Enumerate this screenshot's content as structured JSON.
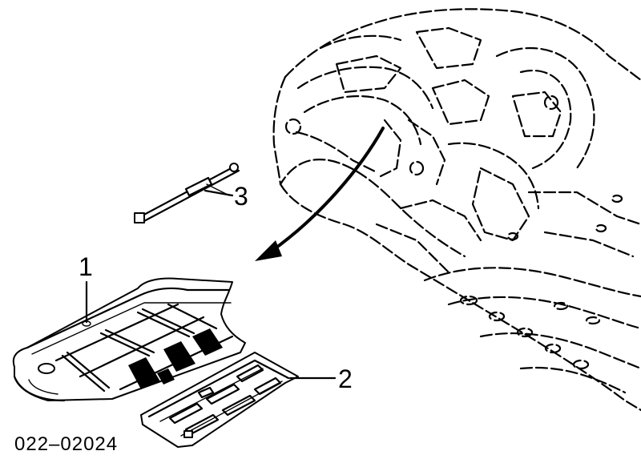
{
  "callouts": {
    "part_1": "1",
    "part_2": "2",
    "part_3": "3"
  },
  "diagram_number": "022–02024",
  "colors": {
    "ink": "#000000",
    "paper": "#ffffff"
  }
}
